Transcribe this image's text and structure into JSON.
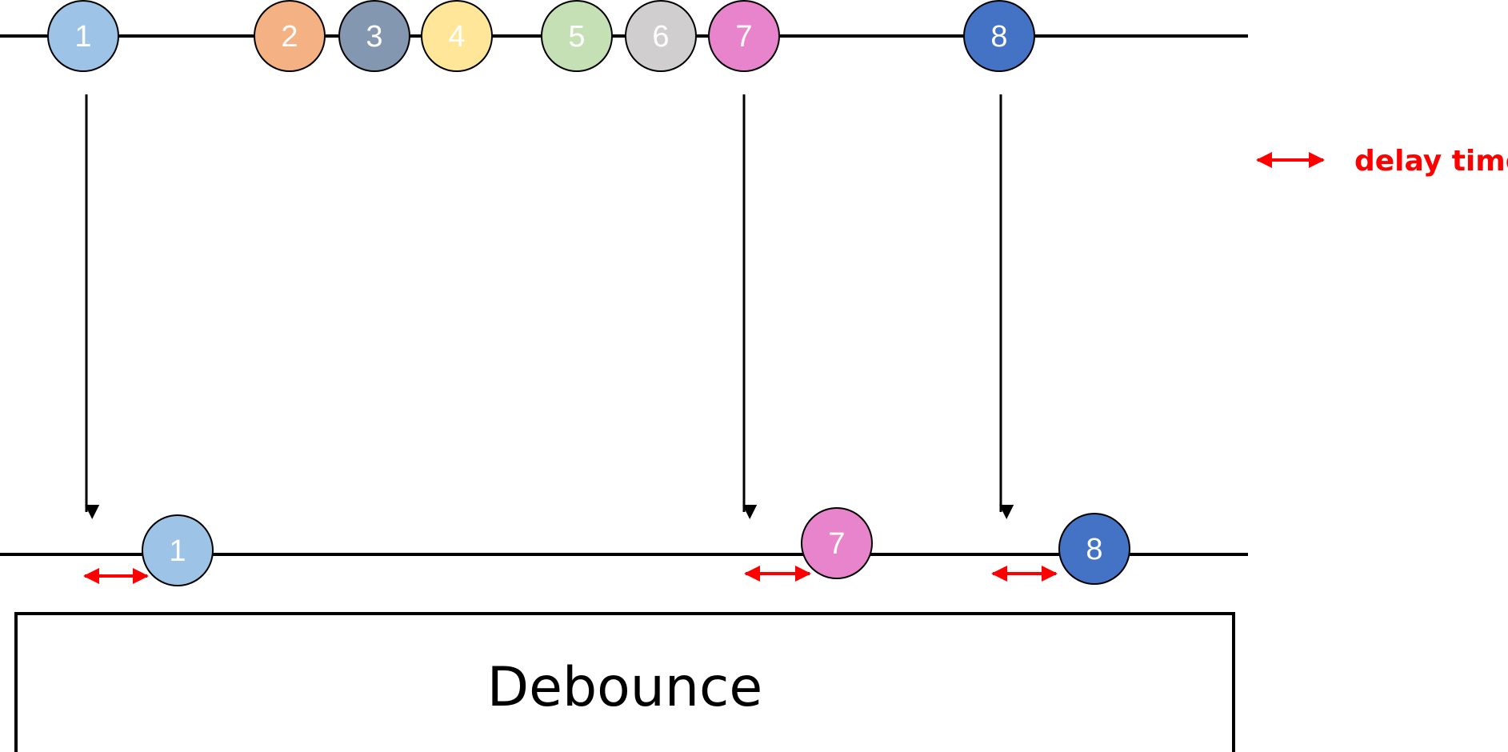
{
  "diagram": {
    "operator": "Debounce",
    "legend": {
      "label": "delay time",
      "color": "#ff0000"
    },
    "source_events": [
      {
        "label": "1",
        "color": "#9dc3e6"
      },
      {
        "label": "2",
        "color": "#f4b183"
      },
      {
        "label": "3",
        "color": "#8497b0"
      },
      {
        "label": "4",
        "color": "#ffe699"
      },
      {
        "label": "5",
        "color": "#c5e0b4"
      },
      {
        "label": "6",
        "color": "#d0cece"
      },
      {
        "label": "7",
        "color": "#e884cb"
      },
      {
        "label": "8",
        "color": "#4472c4"
      }
    ],
    "output_events": [
      {
        "label": "1",
        "color": "#9dc3e6"
      },
      {
        "label": "7",
        "color": "#e884cb"
      },
      {
        "label": "8",
        "color": "#4472c4"
      }
    ],
    "colors": {
      "line": "#000000",
      "delay_arrow": "#ff0000",
      "marble_text": "#ffffff"
    }
  }
}
